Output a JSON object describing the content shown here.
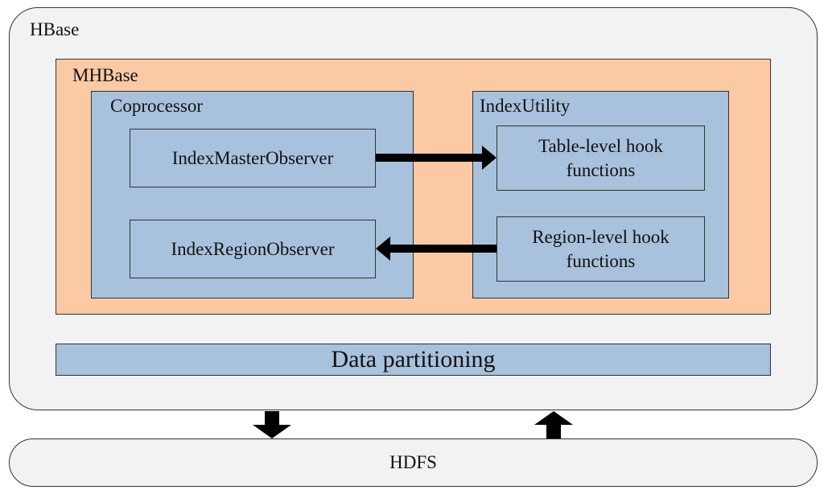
{
  "hbase": {
    "label": "HBase"
  },
  "mhbase": {
    "label": "MHBase"
  },
  "coprocessor": {
    "label": "Coprocessor",
    "master_observer": "IndexMasterObserver",
    "region_observer": "IndexRegionObserver"
  },
  "index_utility": {
    "label": "IndexUtility",
    "table_hook_line1": "Table-level hook",
    "table_hook_line2": "functions",
    "region_hook_line1": "Region-level hook",
    "region_hook_line2": "functions"
  },
  "data_partitioning": {
    "label": "Data partitioning"
  },
  "hdfs": {
    "label": "HDFS"
  },
  "colors": {
    "outer_fill": "#f2f2f2",
    "mhbase_fill": "#fbcaa5",
    "component_fill": "#a8c1dc",
    "arrow": "#000000"
  }
}
